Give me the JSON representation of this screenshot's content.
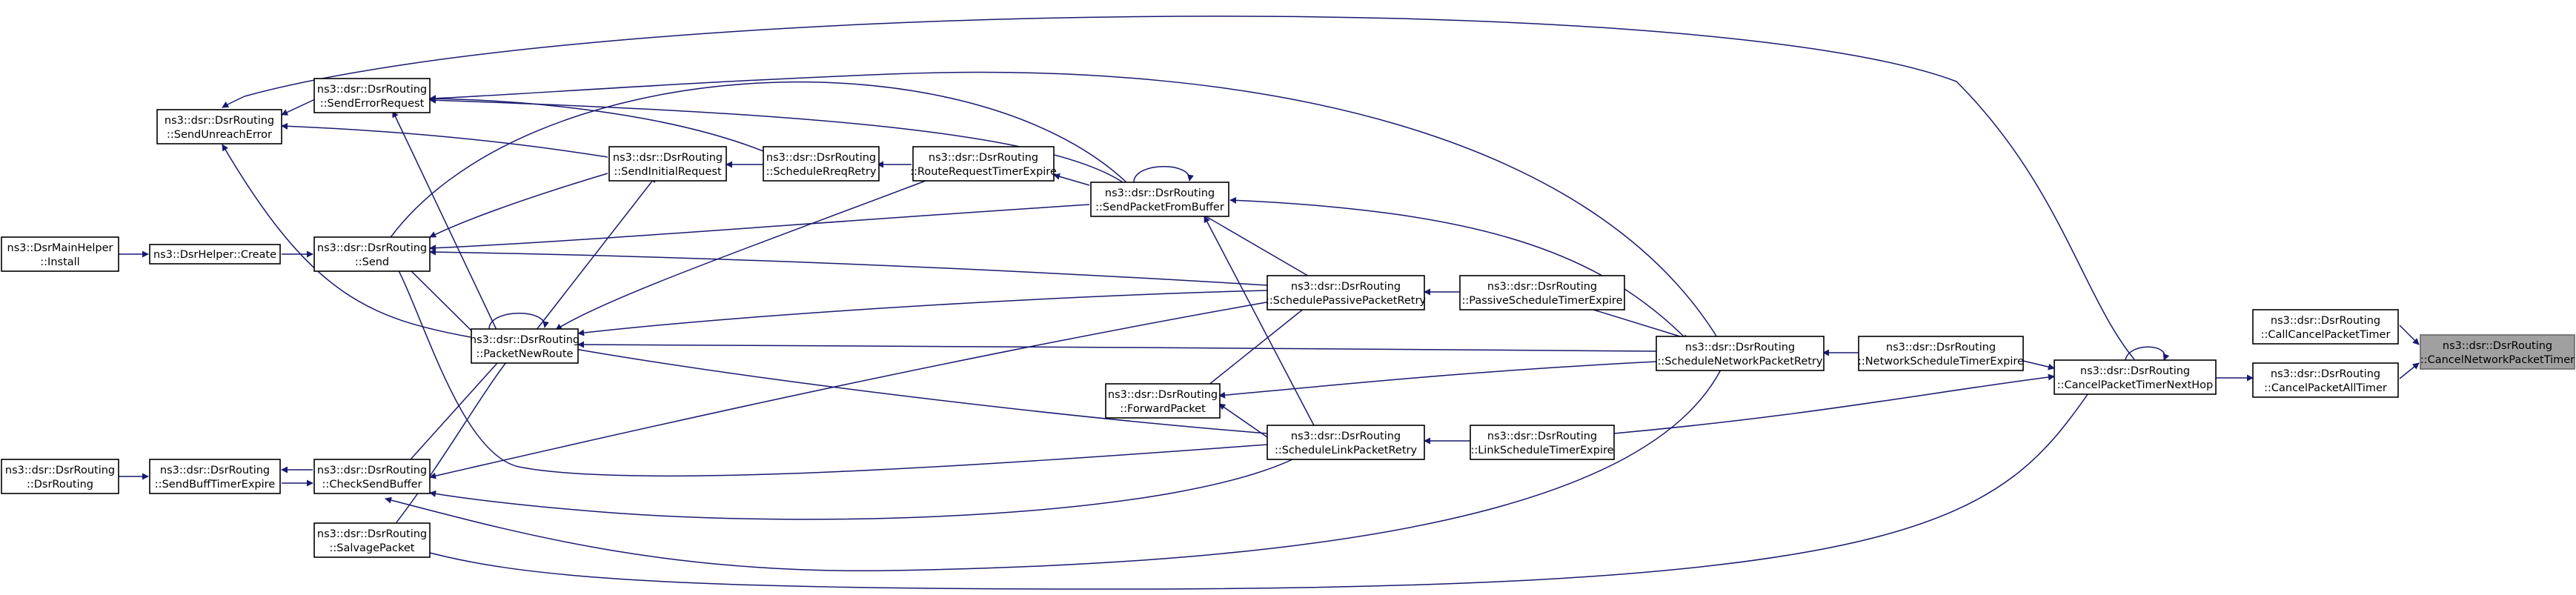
{
  "graph": {
    "title": "",
    "edge_color": "#191970",
    "target_fill": "#a0a0a0",
    "node_fill": "#ffffff",
    "nodes": [
      {
        "id": "n_install",
        "line1": "ns3::DsrMainHelper",
        "line2": "::Install",
        "clickable": true
      },
      {
        "id": "n_create",
        "line1": "ns3::DsrHelper::Create",
        "line2": "",
        "clickable": true
      },
      {
        "id": "n_dsrrouting",
        "line1": "ns3::dsr::DsrRouting",
        "line2": "::DsrRouting",
        "clickable": true
      },
      {
        "id": "n_sendbuff",
        "line1": "ns3::dsr::DsrRouting",
        "line2": "::SendBuffTimerExpire",
        "clickable": true
      },
      {
        "id": "n_sendunreach",
        "line1": "ns3::dsr::DsrRouting",
        "line2": "::SendUnreachError",
        "clickable": true
      },
      {
        "id": "n_senderror",
        "line1": "ns3::dsr::DsrRouting",
        "line2": "::SendErrorRequest",
        "clickable": true
      },
      {
        "id": "n_send",
        "line1": "ns3::dsr::DsrRouting",
        "line2": "::Send",
        "clickable": true
      },
      {
        "id": "n_checksend",
        "line1": "ns3::dsr::DsrRouting",
        "line2": "::CheckSendBuffer",
        "clickable": true
      },
      {
        "id": "n_salvage",
        "line1": "ns3::dsr::DsrRouting",
        "line2": "::SalvagePacket",
        "clickable": true
      },
      {
        "id": "n_packetnew",
        "line1": "ns3::dsr::DsrRouting",
        "line2": "::PacketNewRoute",
        "clickable": true
      },
      {
        "id": "n_sendinitial",
        "line1": "ns3::dsr::DsrRouting",
        "line2": "::SendInitialRequest",
        "clickable": true
      },
      {
        "id": "n_schedreq",
        "line1": "ns3::dsr::DsrRouting",
        "line2": "::ScheduleRreqRetry",
        "clickable": true
      },
      {
        "id": "n_routereq",
        "line1": "ns3::dsr::DsrRouting",
        "line2": "::RouteRequestTimerExpire",
        "clickable": true
      },
      {
        "id": "n_sendfrombuf",
        "line1": "ns3::dsr::DsrRouting",
        "line2": "::SendPacketFromBuffer",
        "clickable": true
      },
      {
        "id": "n_forward",
        "line1": "ns3::dsr::DsrRouting",
        "line2": "::ForwardPacket",
        "clickable": true
      },
      {
        "id": "n_schedpassive",
        "line1": "ns3::dsr::DsrRouting",
        "line2": "::SchedulePassivePacketRetry",
        "clickable": true
      },
      {
        "id": "n_schedlink",
        "line1": "ns3::dsr::DsrRouting",
        "line2": "::ScheduleLinkPacketRetry",
        "clickable": true
      },
      {
        "id": "n_passiveexp",
        "line1": "ns3::dsr::DsrRouting",
        "line2": "::PassiveScheduleTimerExpire",
        "clickable": true
      },
      {
        "id": "n_linkexp",
        "line1": "ns3::dsr::DsrRouting",
        "line2": "::LinkScheduleTimerExpire",
        "clickable": true
      },
      {
        "id": "n_schednet",
        "line1": "ns3::dsr::DsrRouting",
        "line2": "::ScheduleNetworkPacketRetry",
        "clickable": true
      },
      {
        "id": "n_netexp",
        "line1": "ns3::dsr::DsrRouting",
        "line2": "::NetworkScheduleTimerExpire",
        "clickable": true
      },
      {
        "id": "n_cancelnext",
        "line1": "ns3::dsr::DsrRouting",
        "line2": "::CancelPacketTimerNextHop",
        "clickable": true
      },
      {
        "id": "n_callcancel",
        "line1": "ns3::dsr::DsrRouting",
        "line2": "::CallCancelPacketTimer",
        "clickable": true
      },
      {
        "id": "n_cancelall",
        "line1": "ns3::dsr::DsrRouting",
        "line2": "::CancelPacketAllTimer",
        "clickable": true
      },
      {
        "id": "n_target",
        "line1": "ns3::dsr::DsrRouting",
        "line2": "::CancelNetworkPacketTimer",
        "clickable": false
      }
    ]
  }
}
